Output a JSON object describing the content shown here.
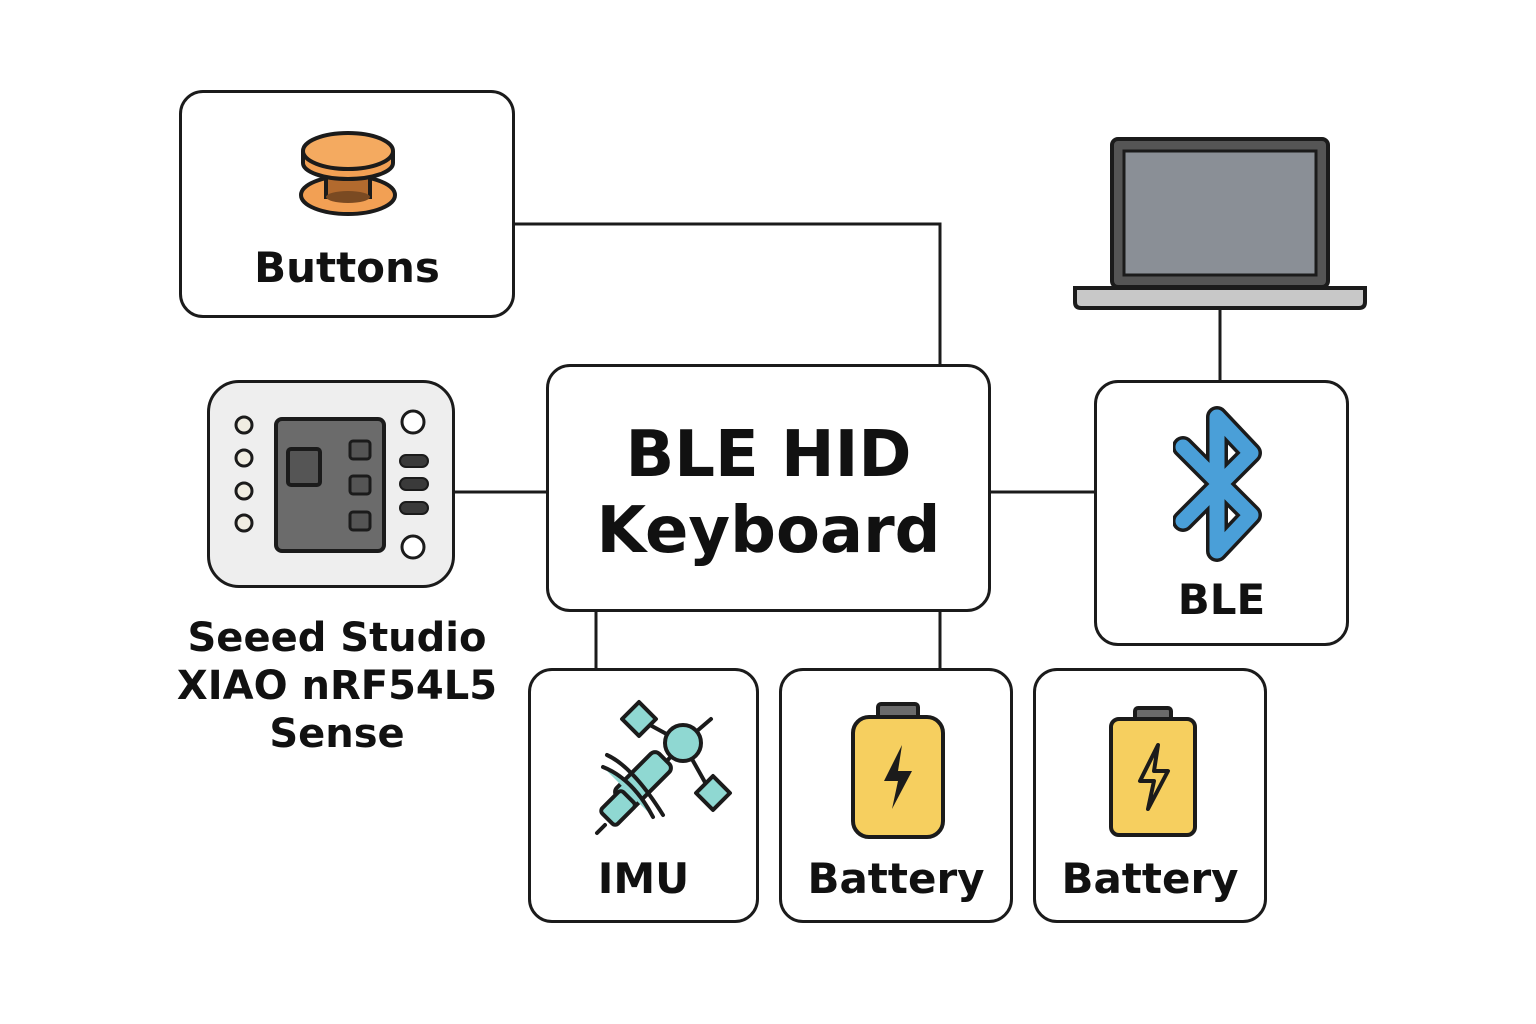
{
  "title": "BLE HID Keyboard",
  "center": {
    "line1": "BLE HID",
    "line2": "Keyboard"
  },
  "nodes": {
    "buttons": {
      "label": "Buttons",
      "icon": "push-button-icon"
    },
    "mcu": {
      "label_lines": [
        "Seeed Studio",
        "XIAO nRF54L5",
        "Sense"
      ],
      "icon": "microcontroller-board-icon"
    },
    "ble": {
      "label": "BLE",
      "icon": "bluetooth-icon"
    },
    "host": {
      "icon": "laptop-icon"
    },
    "imu": {
      "label": "IMU",
      "icon": "imu-sensor-icon"
    },
    "battery_1": {
      "label": "Battery",
      "icon": "battery-icon"
    },
    "battery_2": {
      "label": "Battery",
      "icon": "battery-icon"
    }
  },
  "colors": {
    "outline": "#1b1b1b",
    "button_orange": "#f2a054",
    "bluetooth_blue": "#4a9fd8",
    "imu_teal": "#8fd8d2",
    "battery_yellow": "#f6cf5f",
    "chip_gray": "#6b6b6b",
    "board_bg": "#eeeeee",
    "screen_gray": "#8a8f96"
  }
}
